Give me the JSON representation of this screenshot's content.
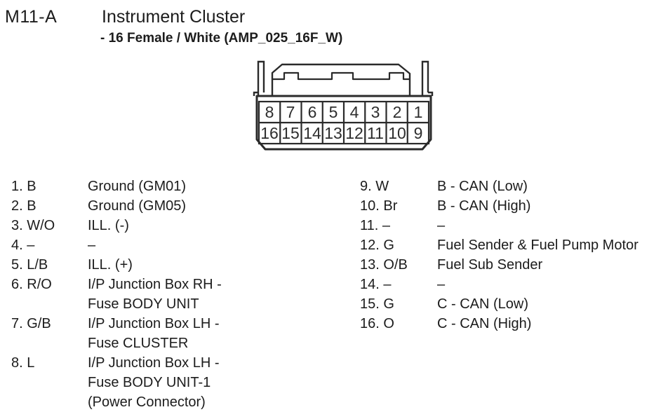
{
  "header": {
    "connector_id": "M11-A",
    "title": "Instrument Cluster",
    "subtitle": "- 16 Female / White (AMP_025_16F_W)"
  },
  "connector": {
    "description": "16-pin female connector, two rows, rear view",
    "top_row": [
      "8",
      "7",
      "6",
      "5",
      "4",
      "3",
      "2",
      "1"
    ],
    "bottom_row": [
      "16",
      "15",
      "14",
      "13",
      "12",
      "11",
      "10",
      "9"
    ]
  },
  "pins_left": [
    {
      "num": "1.",
      "color": "B",
      "desc": "Ground (GM01)"
    },
    {
      "num": "2.",
      "color": "B",
      "desc": "Ground (GM05)"
    },
    {
      "num": "3.",
      "color": "W/O",
      "desc": "ILL. (-)"
    },
    {
      "num": "4.",
      "color": "–",
      "desc": "–"
    },
    {
      "num": "5.",
      "color": "L/B",
      "desc": "ILL. (+)"
    },
    {
      "num": "6.",
      "color": "R/O",
      "desc": "I/P Junction Box RH -\nFuse BODY UNIT"
    },
    {
      "num": "7.",
      "color": "G/B",
      "desc": "I/P Junction Box LH -\nFuse CLUSTER"
    },
    {
      "num": "8.",
      "color": "L",
      "desc": "I/P Junction Box LH -\nFuse BODY UNIT-1\n(Power Connector)"
    }
  ],
  "pins_right": [
    {
      "num": "9.",
      "color": "W",
      "desc": "B - CAN (Low)"
    },
    {
      "num": "10.",
      "color": "Br",
      "desc": "B - CAN (High)"
    },
    {
      "num": "11.",
      "color": "–",
      "desc": "–"
    },
    {
      "num": "12.",
      "color": "G",
      "desc": "Fuel Sender & Fuel Pump Motor"
    },
    {
      "num": "13.",
      "color": "O/B",
      "desc": "Fuel Sub Sender"
    },
    {
      "num": "14.",
      "color": "–",
      "desc": "–"
    },
    {
      "num": "15.",
      "color": "G",
      "desc": "C - CAN (Low)"
    },
    {
      "num": "16.",
      "color": "O",
      "desc": "C - CAN (High)"
    }
  ],
  "colors": {
    "ink": "#1c1c1c",
    "line": "#2a2a2a",
    "background": "#ffffff"
  }
}
